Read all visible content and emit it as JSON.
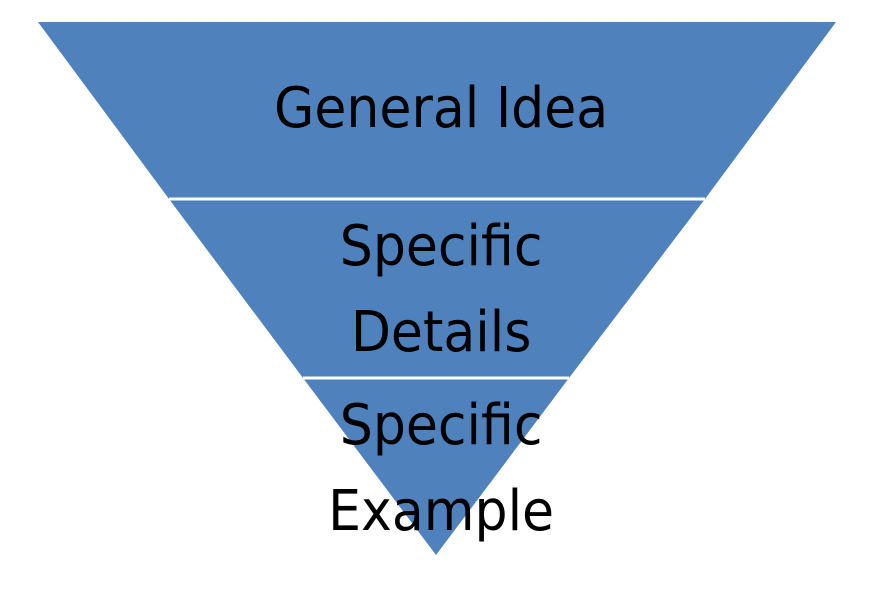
{
  "diagram": {
    "type": "inverted-pyramid",
    "colors": {
      "fill": "#4f81bd",
      "separator": "#ffffff",
      "text": "#000000"
    },
    "levels": [
      {
        "lines": [
          "General Idea"
        ]
      },
      {
        "lines": [
          "Specific",
          "Details"
        ]
      },
      {
        "lines": [
          "Specific",
          "Example"
        ]
      }
    ]
  }
}
